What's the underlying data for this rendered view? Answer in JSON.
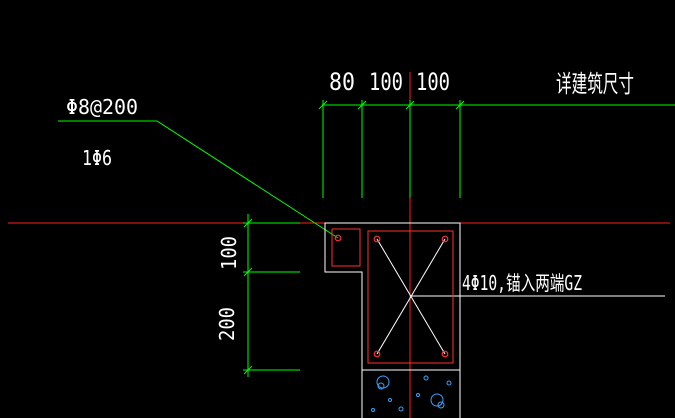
{
  "labels": {
    "dim_80": "80",
    "dim_100_left": "100",
    "dim_100_right": "100",
    "architectural_note": "详建筑尺寸",
    "stirrup_spec": "Φ8@200",
    "single_bar_spec": "1Φ6",
    "main_rebar_spec": "4Φ10,锚入两端GZ",
    "dim_100_vertical": "100",
    "dim_200_vertical": "200"
  },
  "colors": {
    "background": "#000000",
    "dimension_lines": "#00ff00",
    "axis_line": "#ff2020",
    "section_outline": "#ffffff",
    "rebar": "#ff3030",
    "hatch": "#3aa0ff",
    "text": "#ffffff"
  }
}
